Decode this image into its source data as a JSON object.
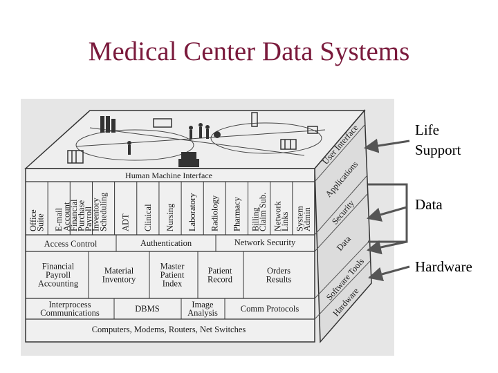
{
  "title": "Medical Center Data Systems",
  "top_band": "Human Machine Interface",
  "applications": [
    [
      "Office",
      "Suite"
    ],
    [
      "E-mail"
    ],
    [
      "Account",
      "Financial",
      "Purchase",
      "Payroll",
      "Inventory"
    ],
    [
      "Scheduling"
    ],
    [
      "ADT"
    ],
    [
      "Clinical"
    ],
    [
      "Nursing"
    ],
    [
      "Laboratory"
    ],
    [
      "Radiology"
    ],
    [
      "Pharmacy"
    ],
    [
      "Billing",
      "Claim Sub."
    ],
    [
      "Network",
      "Links"
    ],
    [
      "System",
      "Admin"
    ]
  ],
  "security_row": [
    "Access Control",
    "Authentication",
    "Network Security"
  ],
  "data_row": [
    [
      "Financial",
      "Payroll",
      "Accounting"
    ],
    [
      "Material",
      "Inventory"
    ],
    [
      "Master",
      "Patient",
      "Index"
    ],
    [
      "Patient",
      "Record"
    ],
    [
      "Orders",
      "Results"
    ]
  ],
  "tools_row": [
    [
      "Interprocess",
      "Communications"
    ],
    [
      "DBMS"
    ],
    [
      "Image",
      "Analysis"
    ],
    [
      "Comm Protocols"
    ]
  ],
  "hardware_row": "Computers, Modems, Routers, Net Switches",
  "side_labels": [
    "User Interface",
    "Applications",
    "Security",
    "Data",
    "Software Tools",
    "Hardware"
  ],
  "callouts": {
    "life_support": [
      "Life",
      "Support"
    ],
    "data": "Data",
    "hardware": "Hardware"
  }
}
